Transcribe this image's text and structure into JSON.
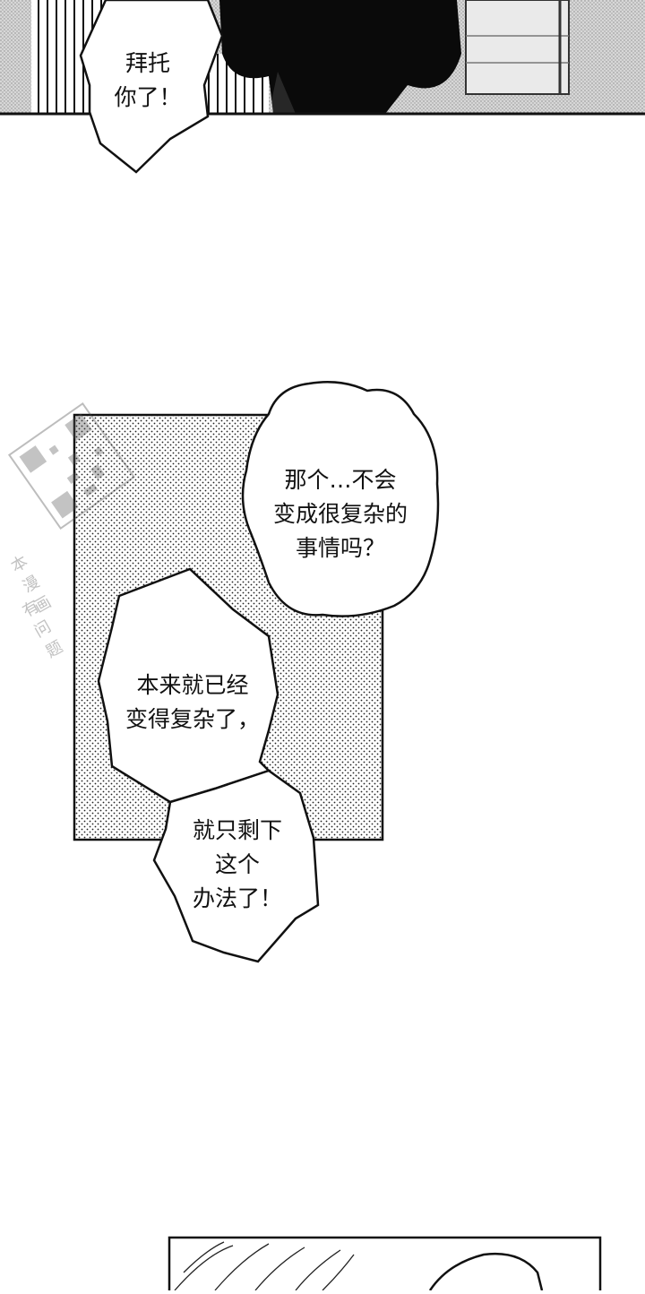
{
  "bubbles": [
    {
      "id": "bubble-1",
      "lines": [
        "拜托",
        "你了！"
      ]
    },
    {
      "id": "bubble-2",
      "lines": [
        "那个…不会",
        "变成很复杂的",
        "事情吗？"
      ]
    },
    {
      "id": "bubble-3",
      "lines": [
        "本来就已经",
        "变得复杂了，"
      ]
    },
    {
      "id": "bubble-4",
      "lines": [
        "就只剩下",
        "这个",
        "办法了！"
      ]
    }
  ],
  "watermark": {
    "line1": "本漫画",
    "line2": "有问题"
  }
}
